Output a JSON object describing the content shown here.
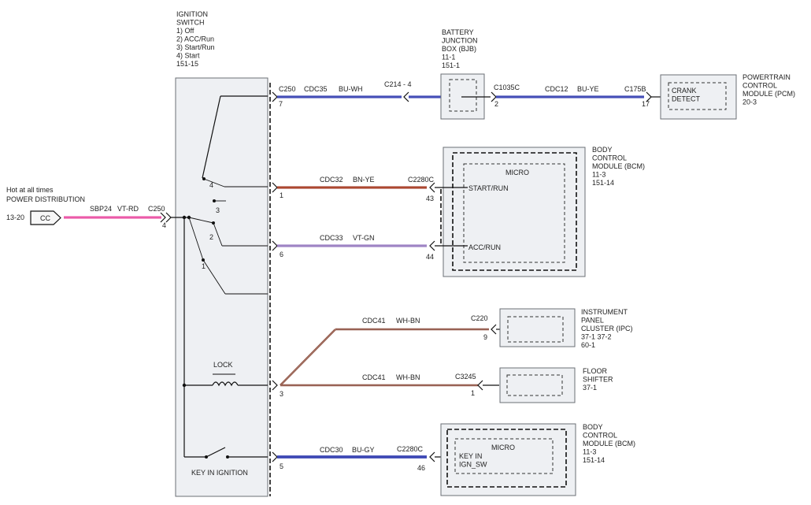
{
  "colors": {
    "wire_blue": "#1e2aa8",
    "wire_red_brown": "#9b2d21",
    "wire_pink": "#e8409b",
    "wire_violet": "#8a6ab8",
    "wire_white_brown": "#8a4b3a",
    "module_fill": "#eef0f3",
    "line_black": "#111111"
  },
  "labels": {
    "ignition_switch": "IGNITION\nSWITCH\n1) Off\n2) ACC/Run\n3) Start/Run\n4) Start\n151-15",
    "hot_at_all_times": "Hot at all times",
    "power_distribution": "POWER DISTRIBUTION",
    "power_ref": "13-20",
    "cc": "CC",
    "sbp24": "SBP24",
    "vt_rd": "VT-RD",
    "c250_left": "C250",
    "pin_4_left": "4",
    "battery_box": "BATTERY\nJUNCTION\nBOX (BJB)\n11-1\n151-1",
    "c214": "C214 - 4",
    "c250_top": "C250",
    "cdc35": "CDC35",
    "bu_wh": "BU-WH",
    "pin_7": "7",
    "c1035c": "C1035C",
    "pin_2_bjb": "2",
    "cdc12": "CDC12",
    "bu_ye": "BU-YE",
    "c175b": "C175B",
    "pin_17": "17",
    "crank_detect": "CRANK\nDETECT",
    "pcm": "POWERTRAIN\nCONTROL\nMODULE (PCM)\n20-3",
    "bcm_top": "BODY\nCONTROL\nMODULE (BCM)\n11-3\n151-14",
    "micro_1": "MICRO",
    "start_run": "START/RUN",
    "acc_run": "ACC/RUN",
    "cdc32": "CDC32",
    "bn_ye": "BN-YE",
    "c2280c_1": "C2280C",
    "pin_1_cdc32": "1",
    "pin_43": "43",
    "cdc33": "CDC33",
    "vt_gn": "VT-GN",
    "pin_6": "6",
    "pin_44": "44",
    "pos_4": "4",
    "pos_3": "3",
    "pos_2": "2",
    "pos_1": "1",
    "ipc": "INSTRUMENT\nPANEL\nCLUSTER (IPC)\n37-1   37-2\n60-1",
    "c220": "C220",
    "pin_9": "9",
    "cdc41_a": "CDC41",
    "wh_bn_a": "WH-BN",
    "floor_shifter": "FLOOR\nSHIFTER\n37-1",
    "c3245": "C3245",
    "pin_1_floor": "1",
    "cdc41_b": "CDC41",
    "wh_bn_b": "WH-BN",
    "lock": "LOCK",
    "pin_3_lock": "3",
    "bcm_bottom": "BODY\nCONTROL\nMODULE (BCM)\n11-3\n151-14",
    "micro_2": "MICRO",
    "keyin_ign_sw": "KEY IN\nIGN_SW",
    "cdc30": "CDC30",
    "bu_gy": "BU-GY",
    "c2280c_2": "C2280C",
    "pin_5": "5",
    "pin_46": "46",
    "key_in_ignition": "KEY IN IGNITION"
  }
}
